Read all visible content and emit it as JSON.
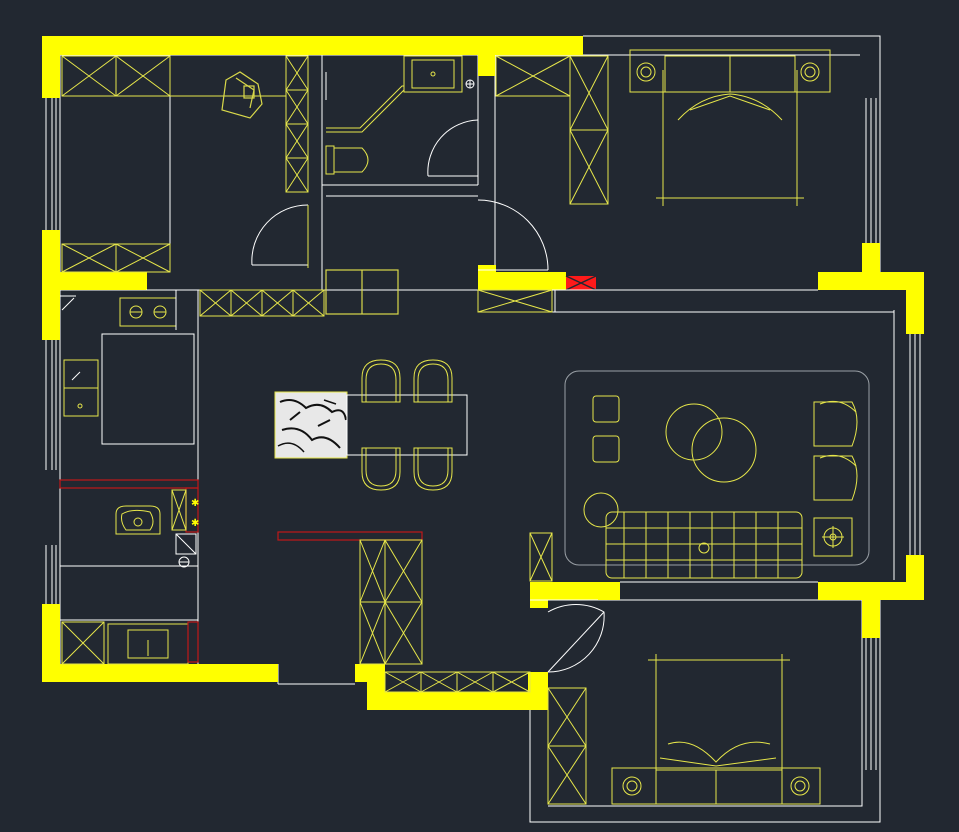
{
  "drawing": {
    "type": "floor-plan",
    "palette": {
      "background": "#222831",
      "wall_fill": "#ffff00",
      "furniture_line": "#e6e64a",
      "detail_line": "#ffffff",
      "red_marker": "#c01818",
      "door_marker": "#ff1a1a",
      "marble": "#e8e8e8"
    },
    "rooms": [
      {
        "name": "study-bedroom"
      },
      {
        "name": "bathroom-top"
      },
      {
        "name": "master-bedroom"
      },
      {
        "name": "kitchen"
      },
      {
        "name": "dining-area"
      },
      {
        "name": "living-room"
      },
      {
        "name": "bathroom-left"
      },
      {
        "name": "laundry"
      },
      {
        "name": "bedroom-bottom"
      }
    ],
    "icons": [
      "armchair-icon",
      "bed-icon",
      "sofa-icon",
      "toilet-icon",
      "sink-icon",
      "stove-icon",
      "dining-chair-icon",
      "coffee-table-icon",
      "lamp-icon"
    ]
  }
}
